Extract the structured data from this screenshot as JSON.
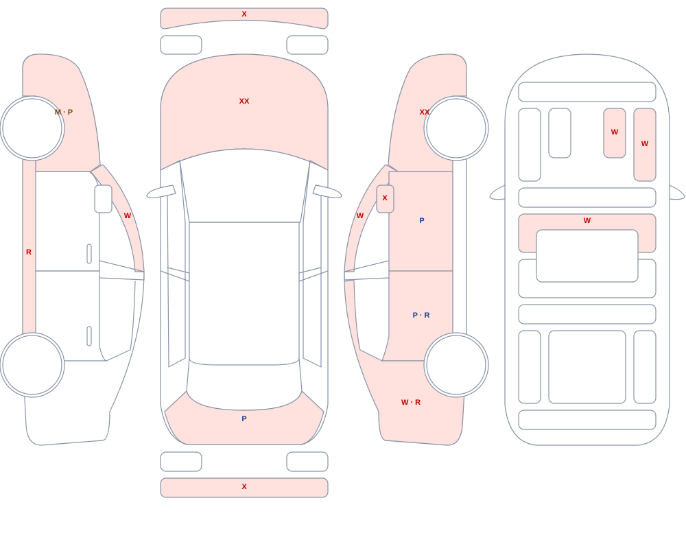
{
  "colors": {
    "damaged_fill": "#ffe1dd",
    "normal_fill": "#ffffff",
    "outline": "#8793a8",
    "label_red": "#c00000",
    "label_blue": "#1f3f8f",
    "label_brown": "#7a4100"
  },
  "labels": {
    "front_bumper": "X",
    "hood": "XX",
    "rear_bumper": "X",
    "trunk": "P",
    "left_front_fender": "M · P",
    "left_rocker": "R",
    "left_a_pillar": "W",
    "right_front_fender": "XX",
    "right_a_pillar": "W",
    "right_mirror": "X",
    "right_front_door": "P",
    "right_rear_door": "P · R",
    "right_quarter_panel": "W · R",
    "interior_panel_a": "W",
    "interior_panel_b": "W",
    "interior_cross_member": "W"
  }
}
